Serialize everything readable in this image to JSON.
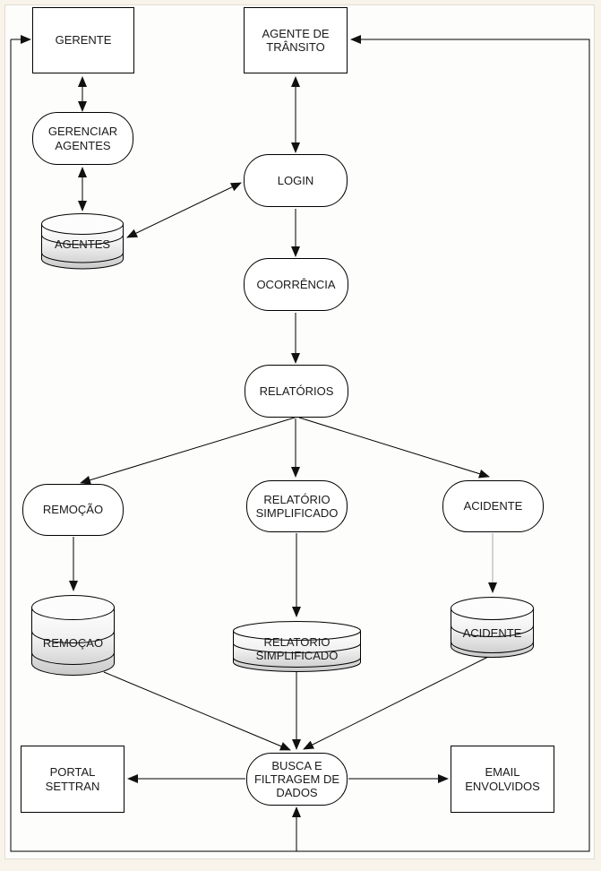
{
  "palette": {
    "background": "#f8f4ec",
    "canvas": "#fdfdfc",
    "line": "#000000",
    "gray_line": "#a9a9a9",
    "node_fill": "#ffffff",
    "cylinder_shade": "#c9c9c9",
    "text": "#1a1a1a"
  },
  "nodes": {
    "gerente": {
      "label": "GERENTE",
      "type": "external-entity"
    },
    "agente_transito": {
      "label": "AGENTE DE\nTRÂNSITO",
      "type": "external-entity"
    },
    "gerenciar_agentes": {
      "label": "GERENCIAR\nAGENTES",
      "type": "process"
    },
    "login": {
      "label": "LOGIN",
      "type": "process"
    },
    "ocorrencia": {
      "label": "OCORRÊNCIA",
      "type": "process"
    },
    "relatorios": {
      "label": "RELATÓRIOS",
      "type": "process"
    },
    "remocao": {
      "label": "REMOÇÃO",
      "type": "process"
    },
    "relatorio_simplificado": {
      "label": "RELATÓRIO\nSIMPLIFICADO",
      "type": "process"
    },
    "acidente": {
      "label": "ACIDENTE",
      "type": "process"
    },
    "busca_filtragem": {
      "label": "BUSCA E\nFILTRAGEM DE\nDADOS",
      "type": "process"
    },
    "portal_settran": {
      "label": "PORTAL\nSETTRAN",
      "type": "external-entity"
    },
    "email_envolvidos": {
      "label": "EMAIL\nENVOLVIDOS",
      "type": "external-entity"
    },
    "ds_agentes": {
      "label": "AGENTES",
      "type": "data-store"
    },
    "ds_remocao": {
      "label": "REMOÇAO",
      "type": "data-store"
    },
    "ds_relatorio_simplificado": {
      "label": "RELATORIO\nSIMPLIFICADO",
      "type": "data-store"
    },
    "ds_acidente": {
      "label": "ACIDENTE",
      "type": "data-store"
    }
  },
  "edges": [
    {
      "from": "gerente",
      "to": "gerenciar_agentes",
      "bidirectional": true
    },
    {
      "from": "gerenciar_agentes",
      "to": "ds_agentes",
      "bidirectional": true
    },
    {
      "from": "login",
      "to": "ds_agentes",
      "bidirectional": true
    },
    {
      "from": "agente_transito",
      "to": "login",
      "bidirectional": true
    },
    {
      "from": "login",
      "to": "ocorrencia",
      "bidirectional": false
    },
    {
      "from": "ocorrencia",
      "to": "relatorios",
      "bidirectional": false
    },
    {
      "from": "relatorios",
      "to": "remocao",
      "bidirectional": false
    },
    {
      "from": "relatorios",
      "to": "relatorio_simplificado",
      "bidirectional": false
    },
    {
      "from": "relatorios",
      "to": "acidente",
      "bidirectional": false
    },
    {
      "from": "remocao",
      "to": "ds_remocao",
      "bidirectional": false
    },
    {
      "from": "relatorio_simplificado",
      "to": "ds_relatorio_simplificado",
      "bidirectional": false
    },
    {
      "from": "acidente",
      "to": "ds_acidente",
      "bidirectional": false
    },
    {
      "from": "ds_remocao",
      "to": "busca_filtragem",
      "bidirectional": false
    },
    {
      "from": "ds_relatorio_simplificado",
      "to": "busca_filtragem",
      "bidirectional": false
    },
    {
      "from": "ds_acidente",
      "to": "busca_filtragem",
      "bidirectional": false
    },
    {
      "from": "busca_filtragem",
      "to": "portal_settran",
      "bidirectional": false
    },
    {
      "from": "busca_filtragem",
      "to": "email_envolvidos",
      "bidirectional": false
    },
    {
      "from": "bottom_loop",
      "to": "busca_filtragem",
      "bidirectional": false
    },
    {
      "from": "bottom_loop",
      "to": "gerente",
      "bidirectional": false
    },
    {
      "from": "bottom_loop",
      "to": "agente_transito",
      "bidirectional": false
    }
  ]
}
